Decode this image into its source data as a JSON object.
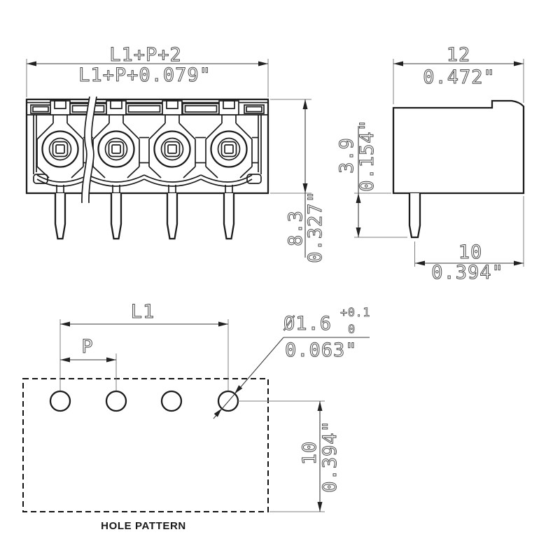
{
  "front_view": {
    "dim_width_mm": "L1+P+2",
    "dim_width_in": "L1+P+0.079\"",
    "dim_height_mm": "8.3",
    "dim_height_in": "0.327\""
  },
  "side_view": {
    "dim_depth_mm": "12",
    "dim_depth_in": "0.472\"",
    "dim_pin_length_mm": "3.9",
    "dim_pin_length_in": "0.154\"",
    "dim_pin_to_face_mm": "10",
    "dim_pin_to_face_in": "0.394\""
  },
  "hole_pattern": {
    "label": "HOLE PATTERN",
    "dim_span": "L1",
    "dim_pitch": "P",
    "dim_hole_dia": "Ø1.6",
    "dim_hole_tol_upper": "+0.1",
    "dim_hole_tol_lower": "0",
    "dim_hole_dia_in": "0.063\"",
    "dim_edge_mm": "10",
    "dim_edge_in": "0.394\""
  },
  "colors": {
    "part_outline": "#1c1c1c",
    "dimension": "#4a4a4a",
    "extension": "#7f7f7f",
    "background": "#ffffff"
  }
}
